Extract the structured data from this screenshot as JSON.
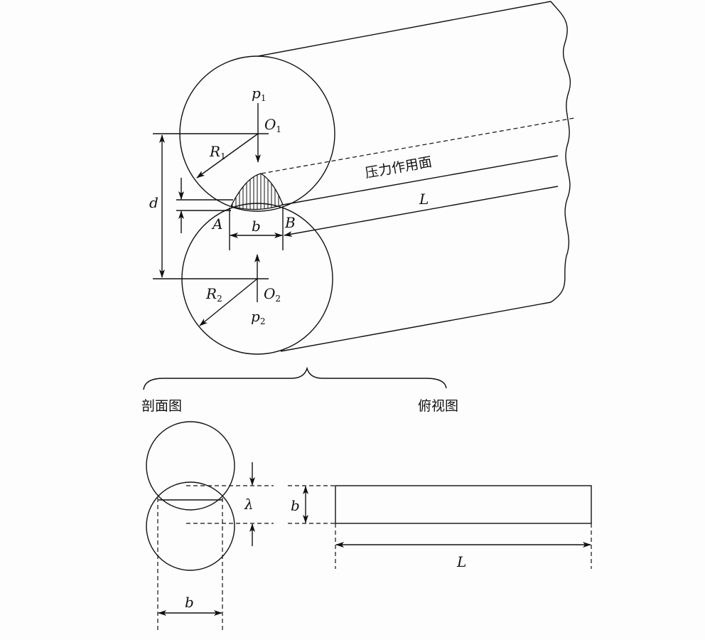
{
  "labels": {
    "p1": "p",
    "p1_sub": "1",
    "p2": "p",
    "p2_sub": "2",
    "o1": "O",
    "o1_sub": "1",
    "o2": "O",
    "o2_sub": "2",
    "r1": "R",
    "r1_sub": "1",
    "r2": "R",
    "r2_sub": "2",
    "d": "d",
    "a": "A",
    "b_point": "B",
    "b_width": "b",
    "l_length": "L",
    "pressure_surface": "压力作用面",
    "section_view": "剖面图",
    "top_view": "俯视图",
    "lambda": "λ",
    "b_side": "b",
    "l_bottom": "L",
    "b_bottom": "b"
  }
}
